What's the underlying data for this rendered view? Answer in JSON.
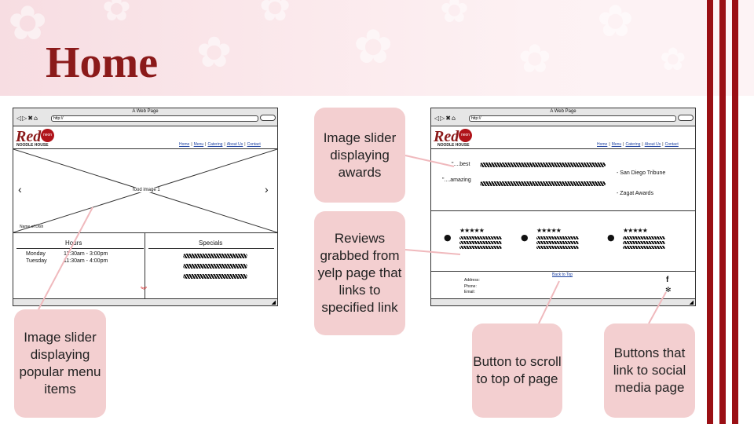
{
  "slide": {
    "title": "Home"
  },
  "colors": {
    "accent": "#8b1a1a",
    "callout_bg": "#f3cfd0",
    "stripe": "#9a0f14"
  },
  "browser": {
    "window_title": "A Web Page",
    "url": "http://"
  },
  "logo": {
    "word": "Red",
    "badge": "neon",
    "subtitle": "NOODLE HOUSE"
  },
  "nav": {
    "items": [
      "Home",
      "Menu",
      "Catering",
      "About Us",
      "Contact"
    ]
  },
  "left_page": {
    "slider_image_label": "food image 1",
    "slider_caption": "Name of Dish",
    "prev_arrow": "‹",
    "next_arrow": "›",
    "hours_title": "Hours",
    "hours": [
      {
        "day": "Monday",
        "time": "11:30am - 3:00pm"
      },
      {
        "day": "Tuesday",
        "time": "11:30am - 4:00pm"
      }
    ],
    "specials_title": "Specials",
    "scroll_down_icon": "double-chevron-down"
  },
  "right_page": {
    "awards": [
      {
        "quote": "\"....best",
        "source": "- San Diego Tribune"
      },
      {
        "quote": "\"....amazing",
        "source": "- Zagat Awards"
      }
    ],
    "review_stars": "★★★★★",
    "back_to_top": "Back to Top",
    "footer_labels": [
      "Address:",
      "Phone:",
      "Email:"
    ],
    "social_icons": [
      "facebook-icon",
      "yelp-icon"
    ]
  },
  "callouts": {
    "image_slider_menu": "Image slider displaying popular menu items",
    "image_slider_awards": "Image slider displaying awards",
    "reviews": "Reviews grabbed from yelp page that links to specified link",
    "scroll_top": "Button to scroll to top of page",
    "social": "Buttons that link to social media page"
  }
}
